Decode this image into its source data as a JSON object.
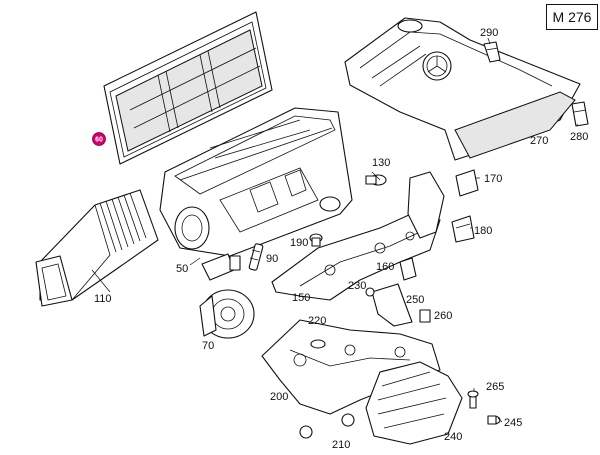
{
  "model": "M 276",
  "callouts": {
    "p50": "50",
    "p70": "70",
    "p90": "90",
    "p110": "110",
    "p130": "130",
    "p150": "150",
    "p160": "160",
    "p170": "170",
    "p180": "180",
    "p190": "190",
    "p200": "200",
    "p210": "210",
    "p220": "220",
    "p230": "230",
    "p240": "240",
    "p245": "245",
    "p250": "250",
    "p260": "260",
    "p265": "265",
    "p270": "270",
    "p280": "280",
    "p290": "290"
  },
  "marker": {
    "text": "60",
    "color": "#d4006a"
  }
}
